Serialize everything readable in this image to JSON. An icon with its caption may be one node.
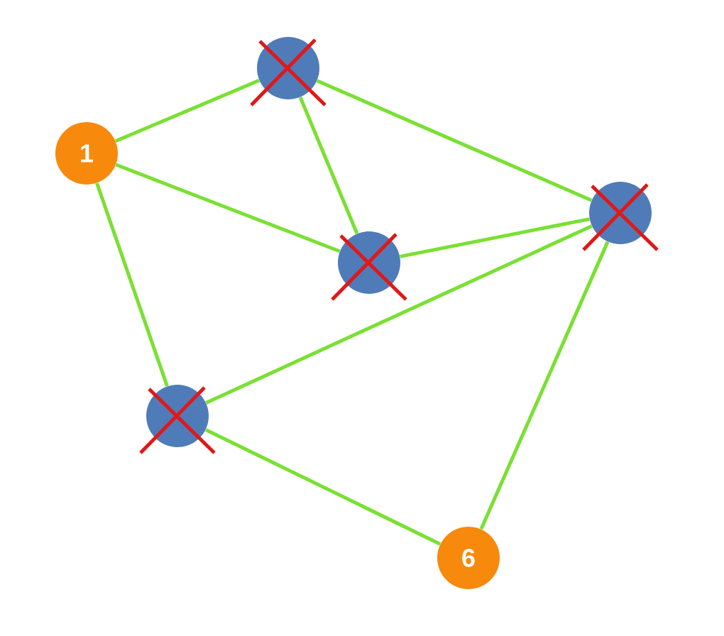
{
  "diagram": {
    "nodes": [
      {
        "text": [
          "1"
        ]
      },
      {
        "text": [],
        "shape": "circle"
      },
      {
        "text": [],
        "shape": "circle"
      },
      {
        "text": [],
        "shape": "circle"
      },
      {
        "text": [],
        "shape": "circle"
      },
      {
        "text": [
          "6"
        ]
      }
    ],
    "edges": [
      {
        "from": 0,
        "to": 1,
        "arrow": "none"
      },
      {
        "from": 0,
        "to": 2,
        "arrow": "none"
      },
      {
        "from": 0,
        "to": 3,
        "arrow": "none"
      },
      {
        "from": 1,
        "to": 2,
        "arrow": "none"
      },
      {
        "from": 1,
        "to": 4,
        "arrow": "none"
      },
      {
        "from": 2,
        "to": 4,
        "arrow": "none"
      },
      {
        "from": 3,
        "to": 4,
        "arrow": "none"
      },
      {
        "from": 3,
        "to": 5,
        "arrow": "none"
      },
      {
        "from": 4,
        "to": 5,
        "arrow": "none"
      }
    ]
  }
}
